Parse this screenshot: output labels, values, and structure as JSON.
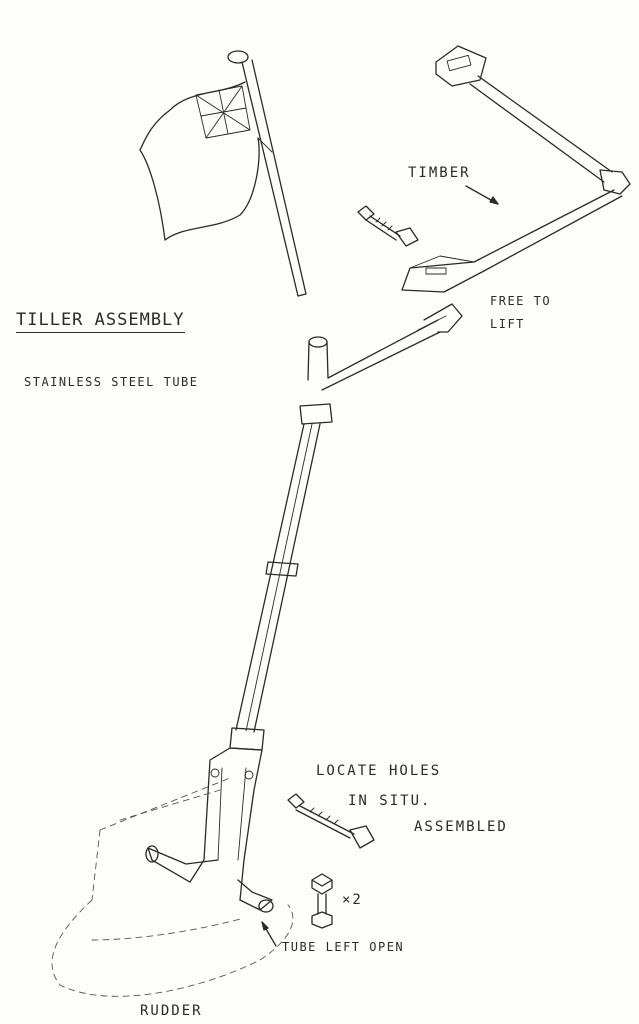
{
  "labels": {
    "title": "TILLER ASSEMBLY",
    "material": "STAINLESS STEEL TUBE",
    "timber": "TIMBER",
    "free_to_lift_1": "FREE TO",
    "free_to_lift_2": "LIFT",
    "locate_holes_1": "LOCATE HOLES",
    "locate_holes_2": "IN SITU.",
    "assembled": "ASSEMBLED",
    "quantity": "×2",
    "tube_left_open": "TUBE LEFT OPEN",
    "rudder": "RUDDER"
  }
}
